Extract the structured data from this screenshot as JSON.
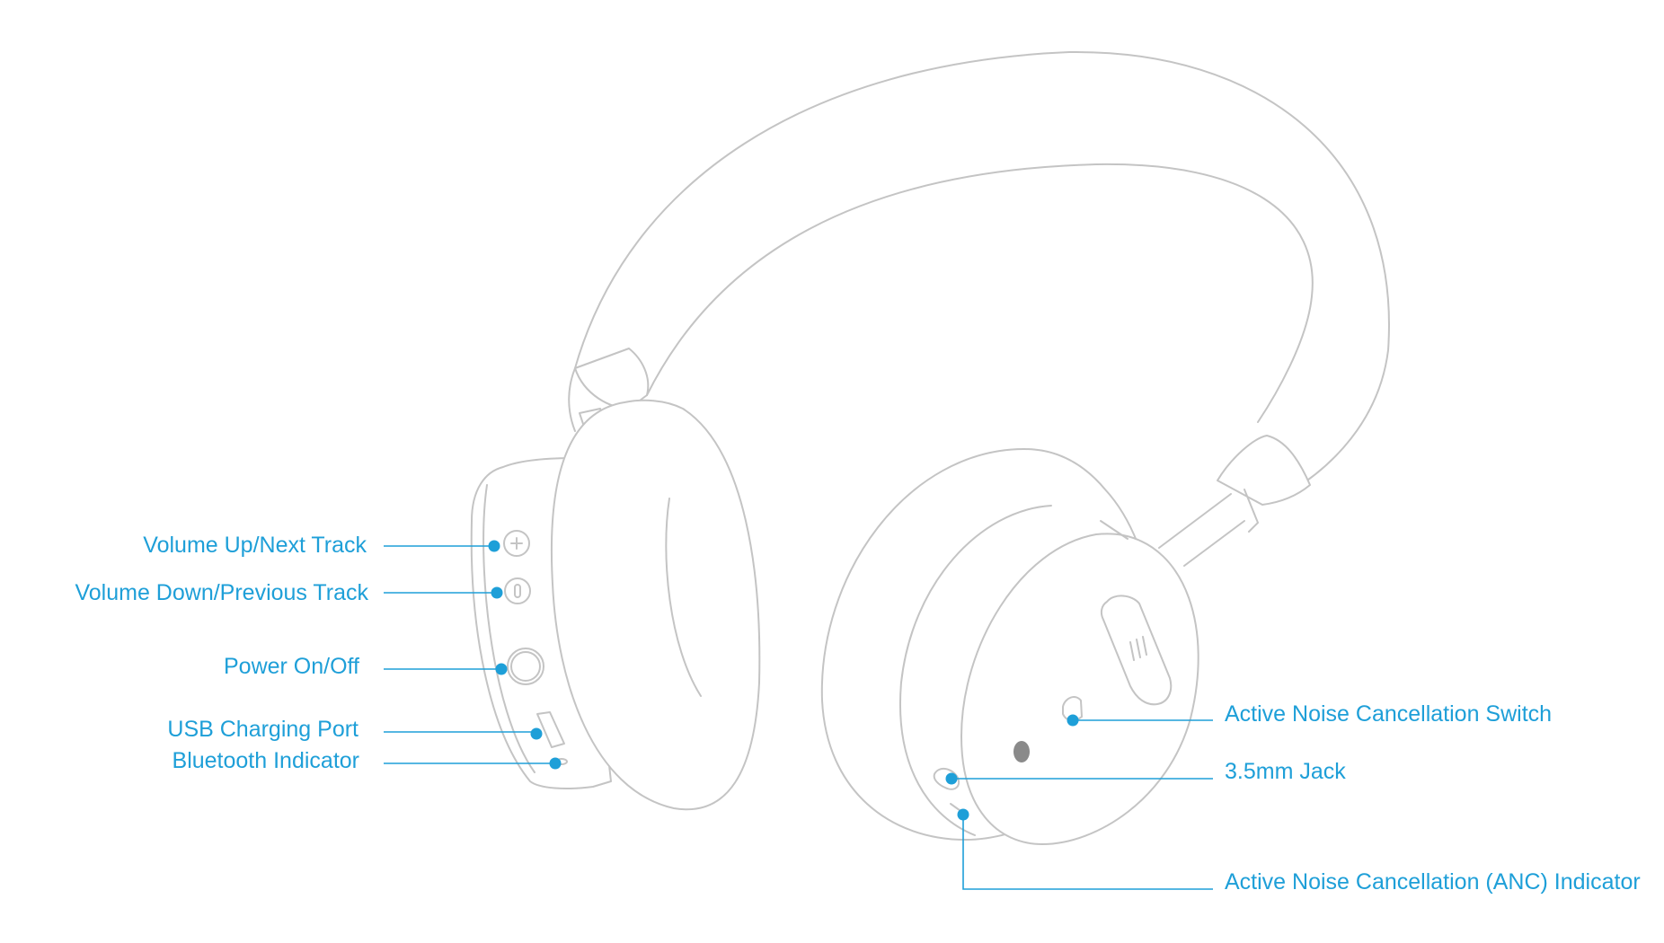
{
  "callouts": {
    "volume_up": "Volume Up/Next Track",
    "volume_down": "Volume Down/Previous Track",
    "power": "Power On/Off",
    "usb": "USB Charging Port",
    "bluetooth": "Bluetooth Indicator",
    "anc_switch": "Active Noise Cancellation Switch",
    "jack": "3.5mm Jack",
    "anc_indicator": "Active Noise Cancellation (ANC) Indicator"
  },
  "colors": {
    "accent": "#1e9fd8",
    "outline": "#c4c4c4",
    "background": "#ffffff"
  }
}
